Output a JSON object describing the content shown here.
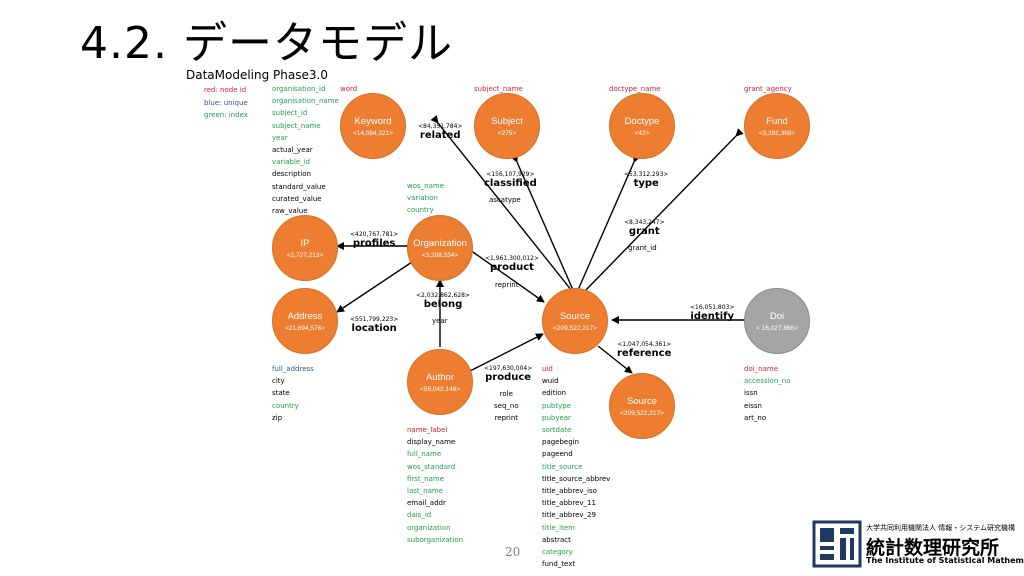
{
  "title": "4.2. データモデル",
  "subtitle": "DataModeling Phase3.0",
  "legend": {
    "red": "red: node id",
    "blue": "blue: unique",
    "green": "green: index"
  },
  "colors": {
    "red": "#e0202a",
    "blue": "#2f5597",
    "green": "#22a24a",
    "node_orange": "#ed7d31",
    "node_gray": "#a5a5a5"
  },
  "nodes": {
    "keyword": {
      "name": "Keyword",
      "count": "<14,084,321>"
    },
    "subject": {
      "name": "Subject",
      "count": "<275>"
    },
    "doctype": {
      "name": "Doctype",
      "count": "<42>"
    },
    "fund": {
      "name": "Fund",
      "count": "<3,282,368>"
    },
    "ip": {
      "name": "IP",
      "count": "<2,727,213>"
    },
    "organization": {
      "name": "Organization",
      "count": "<3,208,334>"
    },
    "address": {
      "name": "Address",
      "count": "<21,694,576>"
    },
    "source_main": {
      "name": "Source",
      "count": "<209,522,217>"
    },
    "doi": {
      "name": "Doi",
      "count": "< 16,027,866>"
    },
    "author": {
      "name": "Author",
      "count": "<59,042,148>"
    },
    "source_ref": {
      "name": "Source",
      "count": "<209,522,217>"
    }
  },
  "relations": {
    "related": {
      "count": "<84,351,784>",
      "label": "related"
    },
    "classified": {
      "count": "<156,107,929>",
      "label": "classified",
      "attrs": [
        "ascatype"
      ]
    },
    "type": {
      "count": "<53,312,293>",
      "label": "type"
    },
    "grant": {
      "count": "<8,343,247>",
      "label": "grant",
      "attrs": [
        "grant_id"
      ]
    },
    "profiles": {
      "count": "<420,767,781>",
      "label": "profiles"
    },
    "product": {
      "count": "<1,961,300,012>",
      "label": "product",
      "attrs": [
        "reprint"
      ]
    },
    "belong": {
      "count": "<2,032,862,628>",
      "label": "belong",
      "attrs": [
        "year"
      ]
    },
    "location": {
      "count": "<551,799,223>",
      "label": "location"
    },
    "identify": {
      "count": "<16,051,803>",
      "label": "identify"
    },
    "reference": {
      "count": "<1,047,054,361>",
      "label": "reference"
    },
    "produce": {
      "count": "<197,630,004>",
      "label": "produce",
      "attrs": [
        "role",
        "seq_no",
        "reprint"
      ]
    }
  },
  "attributes": {
    "ip": [
      {
        "text": "organisation_id",
        "color": "green"
      },
      {
        "text": "organisation_name",
        "color": "green"
      },
      {
        "text": "subject_id",
        "color": "green"
      },
      {
        "text": "subject_name",
        "color": "green"
      },
      {
        "text": "year",
        "color": "green"
      },
      {
        "text": "actual_year",
        "color": "black"
      },
      {
        "text": "variable_id",
        "color": "green"
      },
      {
        "text": "description",
        "color": "black"
      },
      {
        "text": "standard_value",
        "color": "black"
      },
      {
        "text": "curated_value",
        "color": "black"
      },
      {
        "text": "raw_value",
        "color": "black"
      }
    ],
    "keyword": [
      {
        "text": "word",
        "color": "red"
      }
    ],
    "subject": [
      {
        "text": "subject_name",
        "color": "red"
      }
    ],
    "doctype": [
      {
        "text": "doctype_name",
        "color": "red"
      }
    ],
    "fund": [
      {
        "text": "grant_agency",
        "color": "red"
      }
    ],
    "organization": [
      {
        "text": "wos_name",
        "color": "green"
      },
      {
        "text": "variation",
        "color": "green"
      },
      {
        "text": "country",
        "color": "green"
      }
    ],
    "address": [
      {
        "text": "full_address",
        "color": "blue"
      },
      {
        "text": "city",
        "color": "black"
      },
      {
        "text": "state",
        "color": "black"
      },
      {
        "text": "country",
        "color": "green"
      },
      {
        "text": "zip",
        "color": "black"
      }
    ],
    "author": [
      {
        "text": "name_label",
        "color": "red"
      },
      {
        "text": "display_name",
        "color": "black"
      },
      {
        "text": "full_name",
        "color": "green"
      },
      {
        "text": "wos_standard",
        "color": "green"
      },
      {
        "text": "first_name",
        "color": "green"
      },
      {
        "text": "last_name",
        "color": "green"
      },
      {
        "text": "email_addr",
        "color": "black"
      },
      {
        "text": "dais_id",
        "color": "green"
      },
      {
        "text": "organization",
        "color": "green"
      },
      {
        "text": "suborganization",
        "color": "green"
      }
    ],
    "source": [
      {
        "text": "uid",
        "color": "red"
      },
      {
        "text": "wuid",
        "color": "black"
      },
      {
        "text": "edition",
        "color": "black"
      },
      {
        "text": "pubtype",
        "color": "green"
      },
      {
        "text": "pubyear",
        "color": "green"
      },
      {
        "text": "sortdate",
        "color": "green"
      },
      {
        "text": "pagebegin",
        "color": "black"
      },
      {
        "text": "pageend",
        "color": "black"
      },
      {
        "text": "title_source",
        "color": "green"
      },
      {
        "text": "title_source_abbrev",
        "color": "black"
      },
      {
        "text": "title_abbrev_iso",
        "color": "black"
      },
      {
        "text": "title_abbrev_11",
        "color": "black"
      },
      {
        "text": "title_abbrev_29",
        "color": "black"
      },
      {
        "text": "title_item",
        "color": "green"
      },
      {
        "text": "abstract",
        "color": "black"
      },
      {
        "text": "category",
        "color": "green"
      },
      {
        "text": "fund_text",
        "color": "black"
      }
    ],
    "doi": [
      {
        "text": "doi_name",
        "color": "red"
      },
      {
        "text": "accession_no",
        "color": "green"
      },
      {
        "text": "issn",
        "color": "black"
      },
      {
        "text": "eissn",
        "color": "black"
      },
      {
        "text": "art_no",
        "color": "black"
      }
    ]
  },
  "page_number": "20",
  "institute": {
    "line1": "大学共同利用機関法人 情報・システム研究機構",
    "line2": "統計数理研究所",
    "line3": "The Institute of Statistical Mathematics"
  }
}
